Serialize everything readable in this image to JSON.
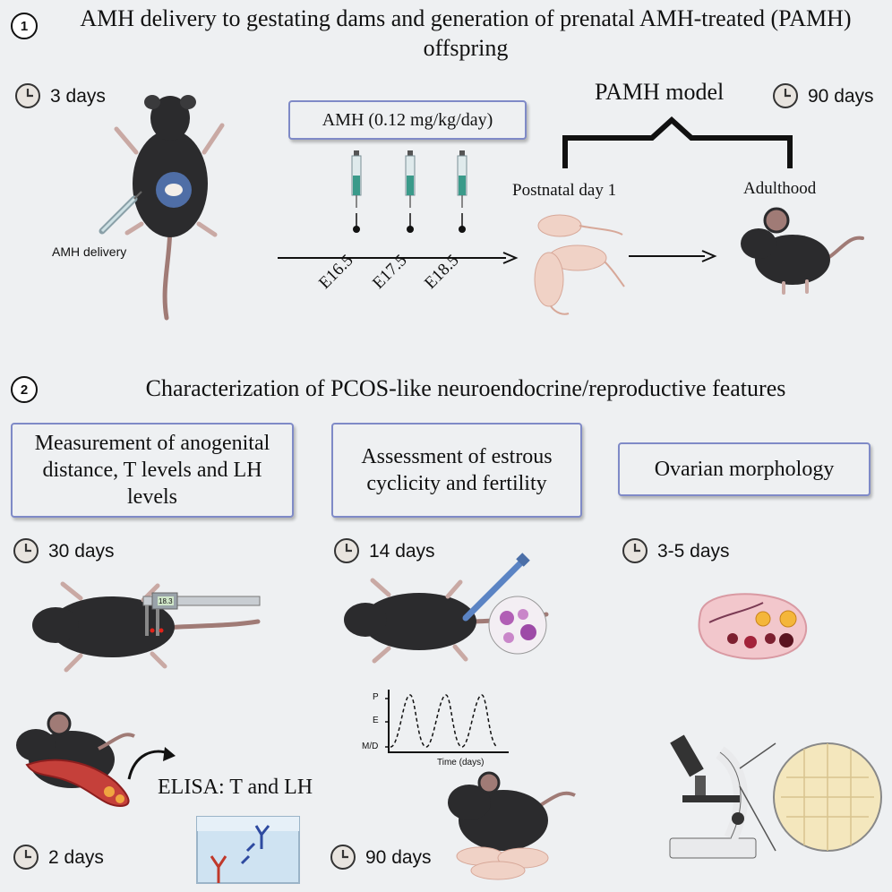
{
  "section1": {
    "number": "1",
    "title": "AMH delivery to gestating dams and generation of prenatal AMH-treated (PAMH) offspring",
    "duration_start": "3 days",
    "duration_end": "90 days",
    "dose_box": "AMH (0.12 mg/kg/day)",
    "delivery_label": "AMH delivery",
    "model_label": "PAMH model",
    "postnatal_label": "Postnatal day  1",
    "adult_label": "Adulthood",
    "timepoints": [
      "E16.5",
      "E17.5",
      "E18.5"
    ]
  },
  "section2": {
    "number": "2",
    "title": "Characterization of PCOS-like neuroendocrine/reproductive features",
    "box1": "Measurement of anogenital distance, T levels and LH levels",
    "box2": "Assessment of estrous cyclicity and fertility",
    "box3": "Ovarian morphology",
    "dur1": "30 days",
    "dur2": "14 days",
    "dur3": "3-5 days",
    "dur4": "2 days",
    "dur5": "90 days",
    "elisa": "ELISA: T and LH",
    "caliper_reading": "18.3",
    "cycle_chart": {
      "y_labels": [
        "P",
        "E",
        "M/D"
      ],
      "x_label": "Time (days)"
    }
  },
  "colors": {
    "box_border": "#7f8ac7",
    "mouse": "#2b2b2d",
    "tail": "#a07b76",
    "pup": "#f0d2c6"
  }
}
